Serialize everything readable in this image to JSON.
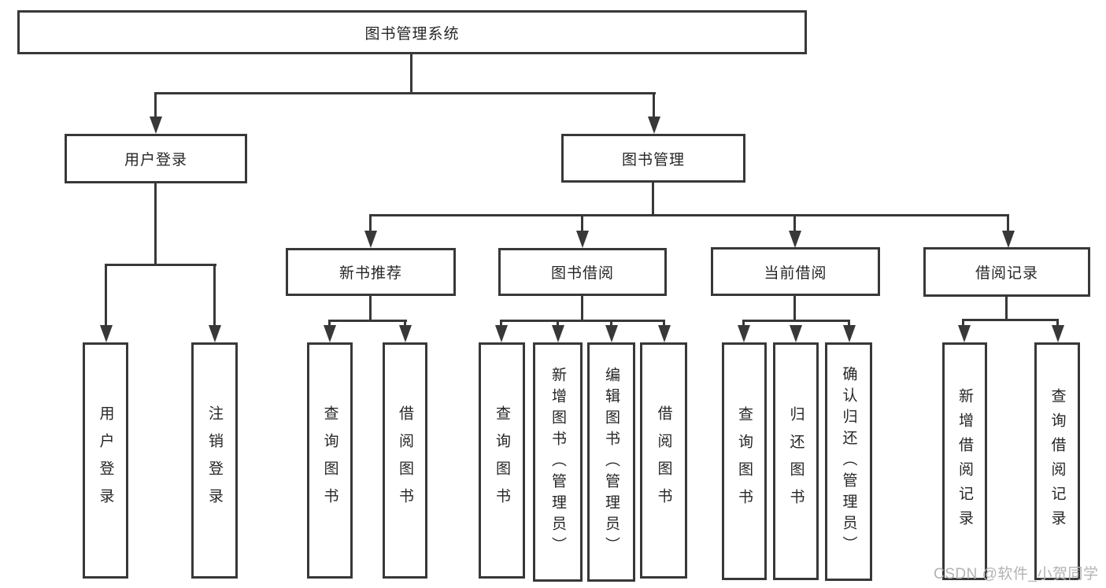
{
  "diagram": {
    "title": "图书管理系统",
    "root": {
      "label": "图书管理系统"
    },
    "branches": [
      {
        "label": "用户登录",
        "children": [
          {
            "label": "用户登录"
          },
          {
            "label": "注销登录"
          }
        ]
      },
      {
        "label": "图书管理",
        "children": [
          {
            "label": "新书推荐",
            "children": [
              {
                "label": "查询图书"
              },
              {
                "label": "借阅图书"
              }
            ]
          },
          {
            "label": "图书借阅",
            "children": [
              {
                "label": "查询图书"
              },
              {
                "label": "新增图书（管理员）"
              },
              {
                "label": "编辑图书（管理员）"
              },
              {
                "label": "借阅图书"
              }
            ]
          },
          {
            "label": "当前借阅",
            "children": [
              {
                "label": "查询图书"
              },
              {
                "label": "归还图书"
              },
              {
                "label": "确认归还（管理员）"
              }
            ]
          },
          {
            "label": "借阅记录",
            "children": [
              {
                "label": "新增借阅记录"
              },
              {
                "label": "查询借阅记录"
              }
            ]
          }
        ]
      }
    ]
  },
  "watermark": {
    "text": "CSDN @软件_小贺同学"
  },
  "colors": {
    "line": "#383838",
    "text": "#262626",
    "background": "#ffffff",
    "watermark": "#b3b3b3"
  }
}
